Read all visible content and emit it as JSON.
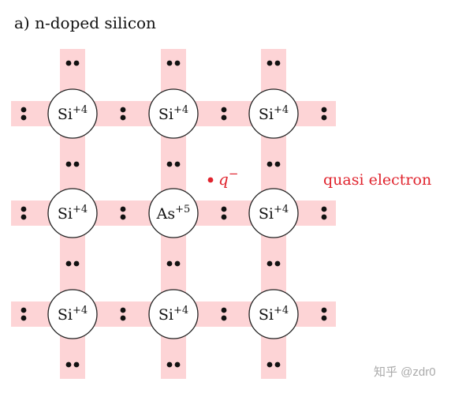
{
  "title": "a) n-doped silicon",
  "colors": {
    "bond": "#fdd4d6",
    "electron": "#111111",
    "atom_stroke": "#222222",
    "accent": "#e0242e",
    "watermark": "#aaaaaa"
  },
  "lattice": {
    "rows": [
      [
        {
          "symbol": "Si",
          "charge": "+4"
        },
        {
          "symbol": "Si",
          "charge": "+4"
        },
        {
          "symbol": "Si",
          "charge": "+4"
        }
      ],
      [
        {
          "symbol": "Si",
          "charge": "+4"
        },
        {
          "symbol": "As",
          "charge": "+5"
        },
        {
          "symbol": "Si",
          "charge": "+4"
        }
      ],
      [
        {
          "symbol": "Si",
          "charge": "+4"
        },
        {
          "symbol": "Si",
          "charge": "+4"
        },
        {
          "symbol": "Si",
          "charge": "+4"
        }
      ]
    ]
  },
  "free_charge": {
    "symbol": "q",
    "sign": "−"
  },
  "annotation": "quasi electron",
  "watermark": "知乎 @zdr0"
}
